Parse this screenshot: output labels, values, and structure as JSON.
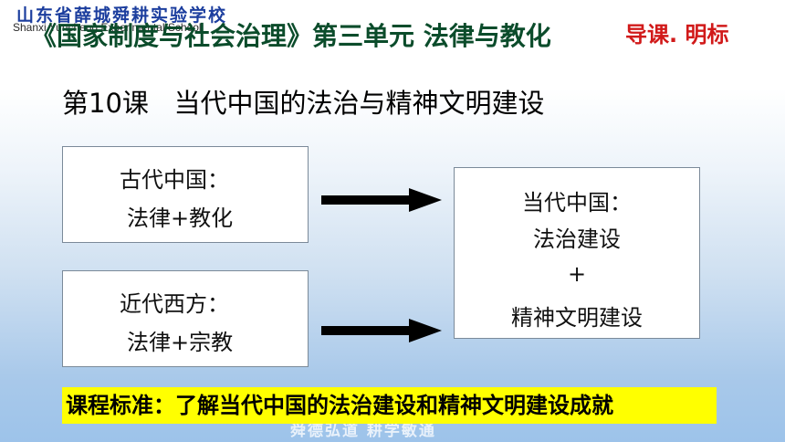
{
  "header": {
    "school_name": "山东省薛城舜耕实验学校",
    "school_name_en": "Shanxi Yuncheng Experimental School",
    "unit_title": "《国家制度与社会治理》第三单元 法律与教化",
    "goal_tag": "导课. 明标"
  },
  "lesson": {
    "title": "第10课   当代中国的法治与精神文明建设"
  },
  "diagram": {
    "ancient": {
      "heading": "古代中国：",
      "content": "法律+教化"
    },
    "western": {
      "heading": "近代西方：",
      "content": "法律+宗教"
    },
    "modern": {
      "heading": "当代中国：",
      "item1": "法治建设",
      "plus": "+",
      "item2": "精神文明建设"
    }
  },
  "footer": {
    "standard": "课程标准：了解当代中国的法治建设和精神文明建设成就",
    "motto": "舜德弘道  耕学敏通"
  },
  "colors": {
    "unit_title": "#0b4c2b",
    "goal_tag": "#d11a1a",
    "standard_highlight": "#ffff00",
    "school_name": "#1c3e9e"
  }
}
